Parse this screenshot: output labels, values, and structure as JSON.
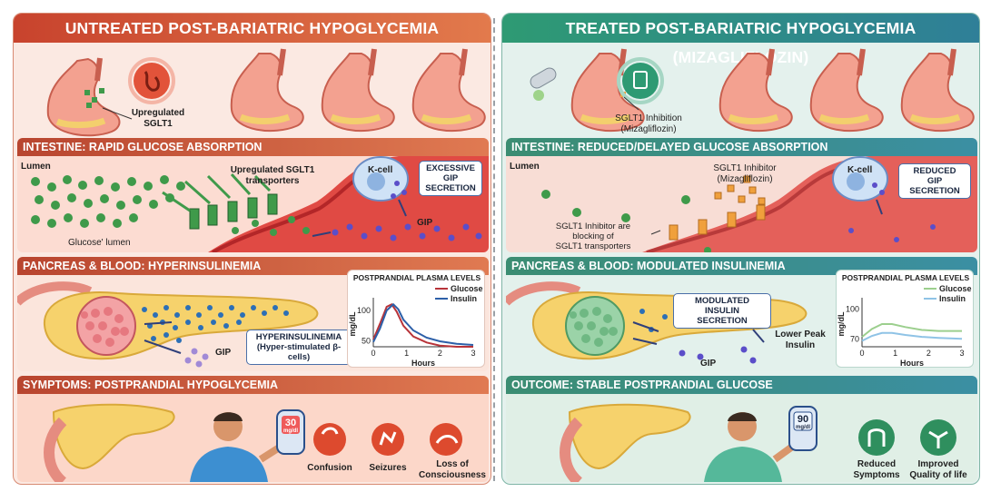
{
  "colors": {
    "untreated_accent": "#c8432d",
    "treated_accent": "#2e9a73",
    "glucose": "#3f9a4a",
    "gip": "#5b4ec9",
    "insulin": "#2c6fb6"
  },
  "left": {
    "title": "UNTREATED POST-BARIATRIC HYPOGLYCEMIA",
    "stomach_label": "Upregulated\nSGLT1",
    "intestine": {
      "bar": "INTESTINE: RAPID GLUCOSE ABSORPTION",
      "lumen": "Lumen",
      "transporters": "Upregulated SGLT1\ntransporters",
      "kcell": "K-cell",
      "gip_box": "EXCESSIVE\nGIP SECRETION",
      "gip": "GIP",
      "glucose_lumen": "Glucose' lumen"
    },
    "pancreas": {
      "bar": "PANCREAS & BLOOD: HYPERINSULINEMIA",
      "box": "HYPERINSULINEMIA\n(Hyper-stimulated β-cells)",
      "gip": "GIP"
    },
    "symptoms": {
      "bar": "SYMPTOMS: POSTPRANDIAL HYPOGLYCEMIA",
      "meter": "30",
      "meter_unit": "mg/dl",
      "items": [
        "Confusion",
        "Seizures",
        "Loss of\nConsciousness"
      ]
    }
  },
  "right": {
    "title": "TREATED POST-BARIATRIC HYPOGLYCEMIA (MIZAGLIFLOZIN)",
    "stomach_label": "SGLT1 Inhibition\n(Mizagliflozin)",
    "intestine": {
      "bar": "INTESTINE: REDUCED/DELAYED GLUCOSE ABSORPTION",
      "lumen": "Lumen",
      "inhibitor": "SGLT1 Inhibitor\n(Mizagliflozin)",
      "blocking": "SGLT1 Inhibitor are\nblocking of\nSGLT1 transporters",
      "kcell": "K-cell",
      "gip_box": "REDUCED\nGIP SECRETION"
    },
    "pancreas": {
      "bar": "PANCREAS & BLOOD: MODULATED INSULINEMIA",
      "box": "MODULATED INSULIN\nSECRETION",
      "gip": "GIP",
      "lower_peak": "Lower Peak\nInsulin"
    },
    "outcome": {
      "bar": "OUTCOME: STABLE POSTPRANDIAL GLUCOSE",
      "meter": "90",
      "meter_unit": "mg/dl",
      "items": [
        "Reduced\nSymptoms",
        "Improved\nQuality of life"
      ]
    }
  },
  "chart_data": [
    {
      "type": "line",
      "title": "POSTPRANDIAL PLASMA LEVELS",
      "xlabel": "Hours",
      "ylabel": "mg/dL",
      "xlim": [
        0,
        3
      ],
      "ylim": [
        40,
        115
      ],
      "xticks": [
        0,
        1,
        2,
        3
      ],
      "yticks": [
        50,
        100
      ],
      "legend": "top-right",
      "series": [
        {
          "name": "Glucose",
          "color": "#b8343a",
          "x": [
            0,
            0.2,
            0.4,
            0.55,
            0.7,
            0.9,
            1.2,
            1.6,
            2.0,
            2.5,
            3.0
          ],
          "y": [
            52,
            78,
            106,
            110,
            98,
            75,
            57,
            47,
            42,
            40,
            40
          ]
        },
        {
          "name": "Insulin",
          "color": "#2c5fa8",
          "x": [
            0,
            0.2,
            0.4,
            0.6,
            0.75,
            0.9,
            1.2,
            1.6,
            2.0,
            2.5,
            3.0
          ],
          "y": [
            48,
            70,
            100,
            110,
            102,
            85,
            67,
            55,
            49,
            45,
            43
          ]
        }
      ]
    },
    {
      "type": "line",
      "title": "POSTPRANDIAL PLASMA LEVELS",
      "xlabel": "Hours",
      "ylabel": "mg/dL",
      "xlim": [
        0,
        3
      ],
      "ylim": [
        62,
        108
      ],
      "xticks": [
        0,
        1,
        2,
        3
      ],
      "yticks": [
        70,
        100
      ],
      "legend": "top-right",
      "series": [
        {
          "name": "Glucose",
          "color": "#9ccf8e",
          "x": [
            0,
            0.3,
            0.6,
            0.9,
            1.3,
            1.8,
            2.3,
            3.0
          ],
          "y": [
            72,
            80,
            85,
            85,
            82,
            79,
            78,
            78
          ]
        },
        {
          "name": "Insulin",
          "color": "#8fc3e6",
          "x": [
            0,
            0.3,
            0.6,
            0.9,
            1.3,
            1.8,
            2.3,
            3.0
          ],
          "y": [
            68,
            73,
            76,
            76,
            74,
            72,
            71,
            70
          ]
        }
      ]
    }
  ]
}
